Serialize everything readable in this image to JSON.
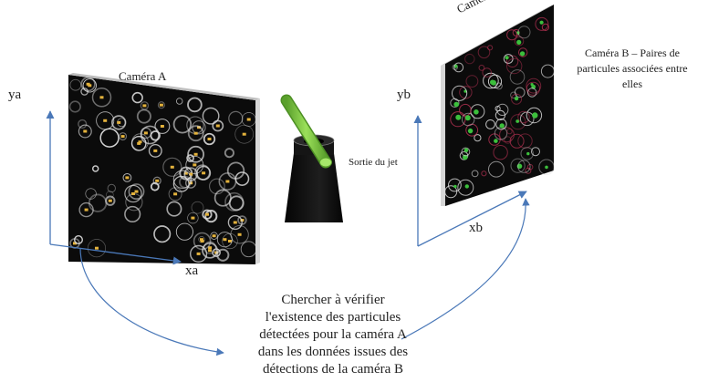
{
  "camera_a": {
    "title": "Caméra A"
  },
  "camera_b": {
    "title": "Caméra B"
  },
  "axes_a": {
    "y": "ya",
    "x": "xa"
  },
  "axes_b": {
    "y": "yb",
    "x": "xb"
  },
  "jet": {
    "label": "Sortie du jet"
  },
  "camera_b_description": "Caméra B – Paires de particules associées entre elles",
  "caption_lines": [
    "Chercher à vérifier",
    "l'existence des particules",
    "détectées pour la caméra A",
    "dans les données issues des",
    "détections de la caméra B"
  ],
  "colors": {
    "axis": "#4a78b8",
    "nozzle": "#111111",
    "jet": "#7dc242",
    "particle_ring": "#dddddd",
    "particle_label": "#e3b23c",
    "match_green": "#3cbf3c",
    "ring_red": "#b03050"
  }
}
